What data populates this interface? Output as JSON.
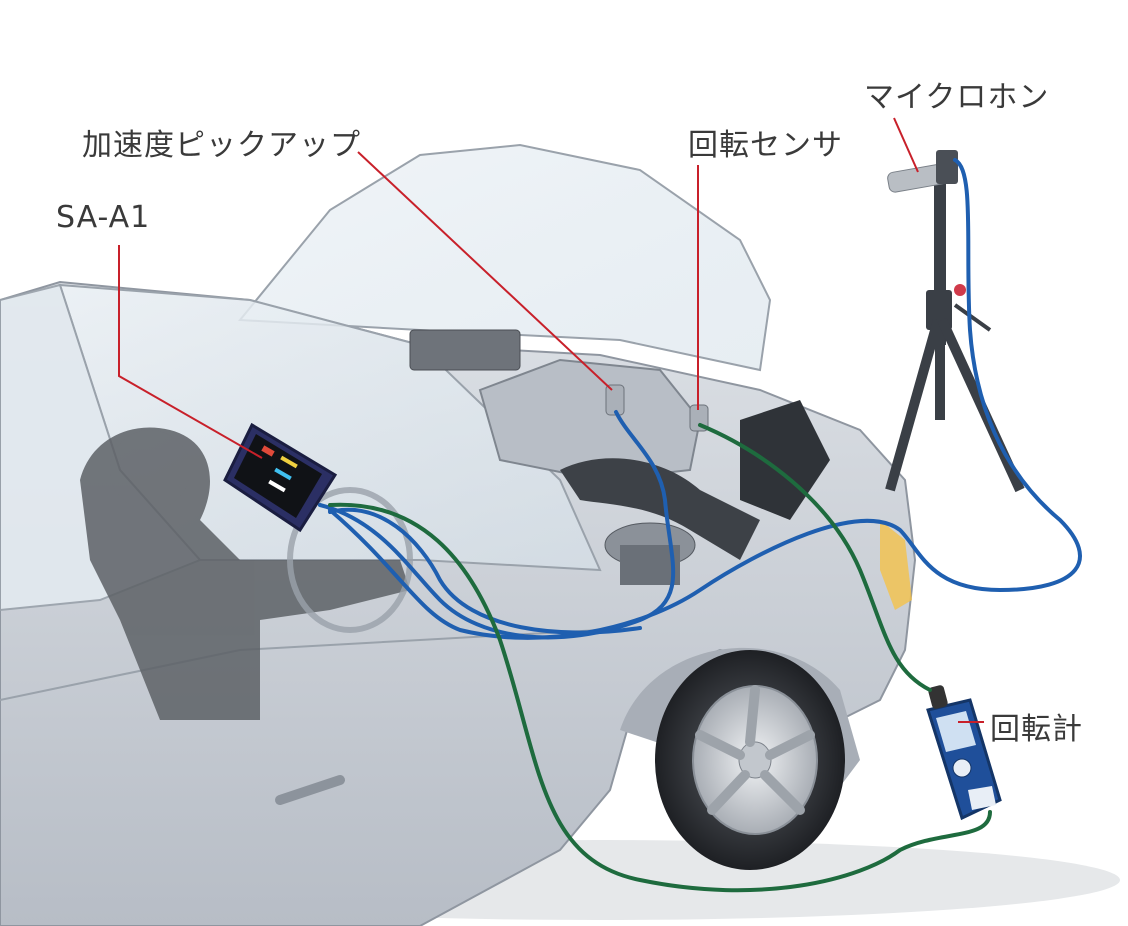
{
  "labels": {
    "accelerometer": "加速度ピックアップ",
    "rotation_sensor": "回転センサ",
    "microphone": "マイクロホン",
    "analyzer": "SA-A1",
    "tachometer": "回転計"
  },
  "colors": {
    "leader_line": "#c8202a",
    "blue_cable": "#1f5fb0",
    "green_cable": "#1e6b3e",
    "car_body": "#c9ced6",
    "tripod": "#3a3f46",
    "device_blue": "#1f4f9a"
  }
}
